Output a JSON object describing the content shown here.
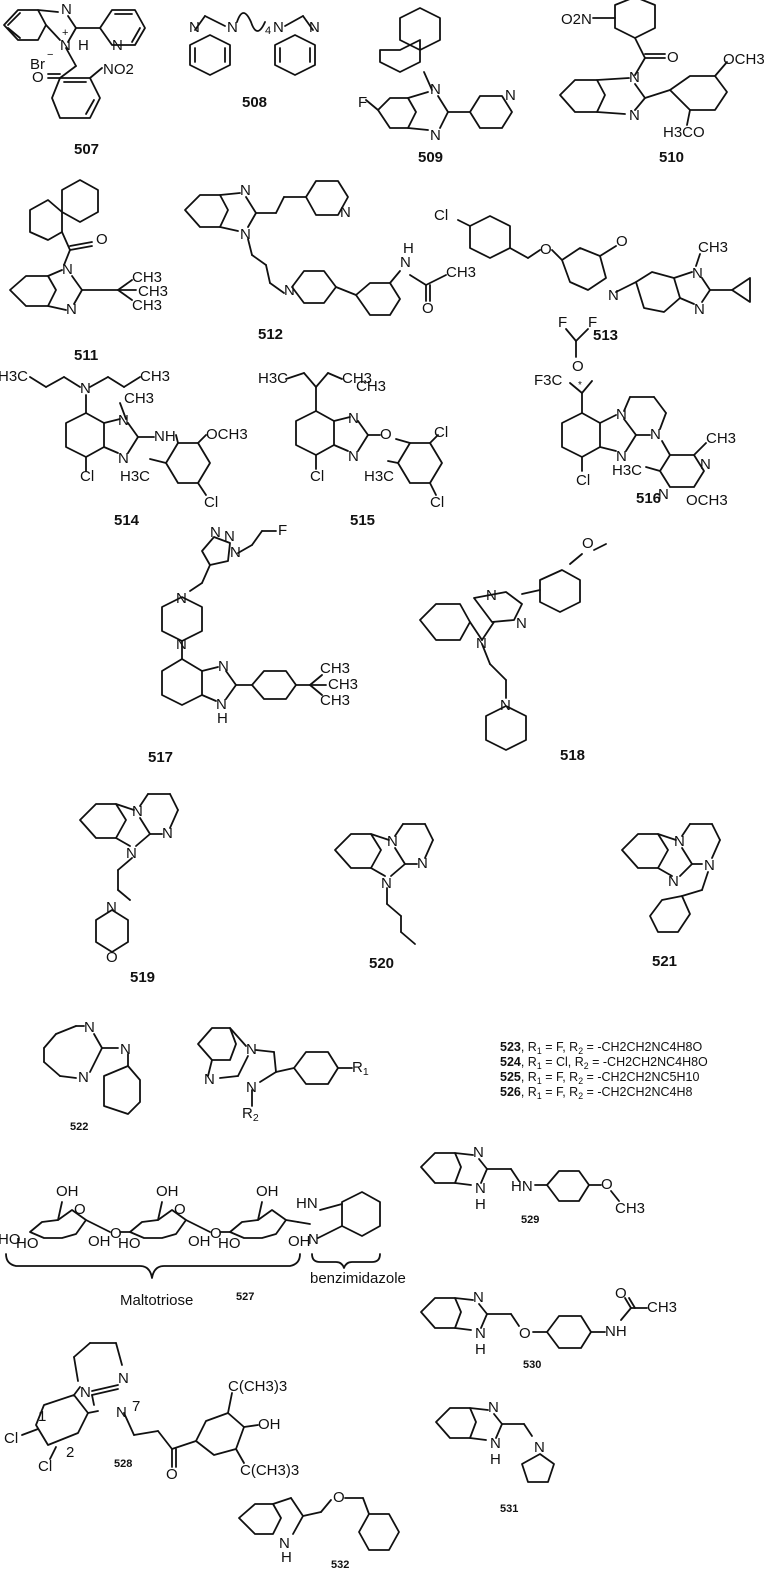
{
  "figure": {
    "description": "Benzimidazole derivative structures 507–532",
    "compounds": [
      {
        "id": "507",
        "label": "507",
        "atoms": [
          "N",
          "N",
          "H",
          "N",
          "Br",
          "O",
          "NO2"
        ],
        "charges": [
          "+",
          "−"
        ]
      },
      {
        "id": "508",
        "label": "508",
        "atoms": [
          "N",
          "N",
          "N",
          "N"
        ],
        "linker": "(CH2)4",
        "linker_subscript": "4"
      },
      {
        "id": "509",
        "label": "509",
        "atoms": [
          "F",
          "N",
          "N",
          "N"
        ]
      },
      {
        "id": "510",
        "label": "510",
        "atoms": [
          "O2N",
          "O",
          "N",
          "N",
          "OCH3",
          "H3CO"
        ]
      },
      {
        "id": "511",
        "label": "511",
        "atoms": [
          "O",
          "N",
          "N",
          "CH3",
          "CH3",
          "CH3"
        ]
      },
      {
        "id": "512",
        "label": "512",
        "atoms": [
          "N",
          "N",
          "N",
          "N",
          "H",
          "N",
          "CH3",
          "O"
        ]
      },
      {
        "id": "513",
        "label": "513",
        "atoms": [
          "Cl",
          "O",
          "O",
          "N",
          "CH3",
          "N",
          "N"
        ]
      },
      {
        "id": "514",
        "label": "514",
        "atoms": [
          "H3C",
          "N",
          "CH3",
          "CH3",
          "N",
          "NH",
          "OCH3",
          "N",
          "Cl",
          "H3C",
          "Cl"
        ]
      },
      {
        "id": "515",
        "label": "515",
        "atoms": [
          "H3C",
          "CH3",
          "CH3",
          "N",
          "O",
          "Cl",
          "N",
          "Cl",
          "H3C",
          "Cl"
        ]
      },
      {
        "id": "516",
        "label": "516",
        "atoms": [
          "F",
          "F",
          "F3C",
          "*",
          "O",
          "N",
          "N",
          "N",
          "CH3",
          "N",
          "Cl",
          "H3C",
          "N",
          "OCH3"
        ]
      },
      {
        "id": "517",
        "label": "517",
        "atoms": [
          "N",
          "N",
          "N",
          "F",
          "N",
          "N",
          "N",
          "N",
          "H",
          "CH3",
          "CH3",
          "CH3"
        ]
      },
      {
        "id": "518",
        "label": "518",
        "atoms": [
          "O",
          "N",
          "N",
          "N",
          "N"
        ]
      },
      {
        "id": "519",
        "label": "519",
        "atoms": [
          "N",
          "N",
          "N",
          "N",
          "O"
        ]
      },
      {
        "id": "520",
        "label": "520",
        "atoms": [
          "N",
          "N",
          "N"
        ]
      },
      {
        "id": "521",
        "label": "521",
        "atoms": [
          "N",
          "N",
          "N"
        ]
      },
      {
        "id": "522",
        "label": "522",
        "atoms": [
          "N",
          "N",
          "N"
        ]
      },
      {
        "id": "523-526",
        "label": "",
        "atoms": [
          "N",
          "N",
          "N",
          "R1",
          "R2"
        ]
      },
      {
        "id": "527",
        "label": "527",
        "atoms": [
          "OH",
          "O",
          "OH",
          "O",
          "OH",
          "HN",
          "HO",
          "HO",
          "OH",
          "O",
          "HO",
          "OH",
          "O",
          "HO",
          "OH",
          "N"
        ]
      },
      {
        "id": "528",
        "label": "528",
        "atoms": [
          "N",
          "N",
          "N",
          "7",
          "1",
          "2",
          "Cl",
          "Cl",
          "O",
          "C(CH3)3",
          "OH",
          "C(CH3)3"
        ]
      },
      {
        "id": "529",
        "label": "529",
        "atoms": [
          "N",
          "N",
          "H",
          "HN",
          "O",
          "CH3"
        ]
      },
      {
        "id": "530",
        "label": "530",
        "atoms": [
          "N",
          "N",
          "H",
          "O",
          "O",
          "NH",
          "CH3"
        ]
      },
      {
        "id": "531",
        "label": "531",
        "atoms": [
          "N",
          "N",
          "H",
          "N"
        ]
      },
      {
        "id": "532",
        "label": "532",
        "atoms": [
          "O",
          "N",
          "H"
        ]
      }
    ],
    "substituent_table": [
      {
        "id": "523",
        "r1": "F",
        "r2": "-CH2CH2NC4H8O"
      },
      {
        "id": "524",
        "r1": "Cl",
        "r2": "-CH2CH2NC4H8O"
      },
      {
        "id": "525",
        "r1": "F",
        "r2": "-CH2CH2NC5H10"
      },
      {
        "id": "526",
        "r1": "F",
        "r2": "-CH2CH2NC4H8"
      }
    ],
    "annotations": {
      "maltotriose": "Maltotriose",
      "benzimidazole": "benzimidazole"
    },
    "colors": {
      "ink": "#111111",
      "background": "#ffffff"
    }
  }
}
